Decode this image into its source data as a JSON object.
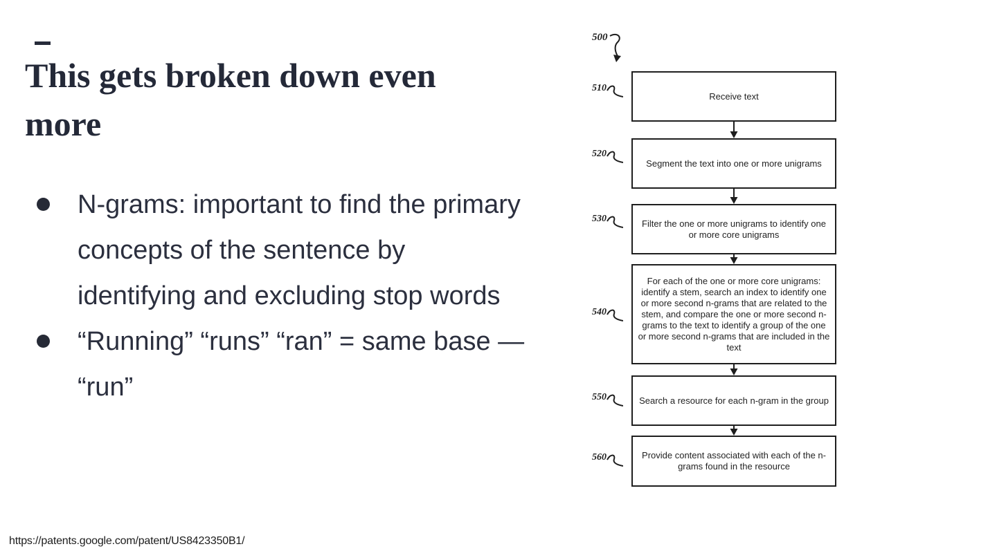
{
  "slide": {
    "title": "This gets broken down even more",
    "bullets": [
      "N-grams: important to find the primary concepts of the sentence by identifying and excluding stop words",
      "“Running” “runs” “ran” = same base — “run”"
    ],
    "source_url": "https://patents.google.com/patent/US8423350B1/"
  },
  "figure": {
    "figure_label": "500",
    "steps": [
      {
        "ref": "510",
        "text": "Receive text"
      },
      {
        "ref": "520",
        "text": "Segment the text into one or more unigrams"
      },
      {
        "ref": "530",
        "text": "Filter the one or more unigrams to identify one or more core unigrams"
      },
      {
        "ref": "540",
        "text": "For each of the one or more core unigrams: identify a stem, search an index to identify one or more second n-grams that are related to the stem, and compare the one or more second n-grams to the text to identify a group of the one or more second n-grams that are included in the text"
      },
      {
        "ref": "550",
        "text": "Search a resource for each n-gram in the group"
      },
      {
        "ref": "560",
        "text": "Provide content associated with each of the n-grams found in the resource"
      }
    ]
  },
  "colors": {
    "background": "#ffffff",
    "text_primary": "#262b3a",
    "figure_ink": "#1e1e1e"
  }
}
